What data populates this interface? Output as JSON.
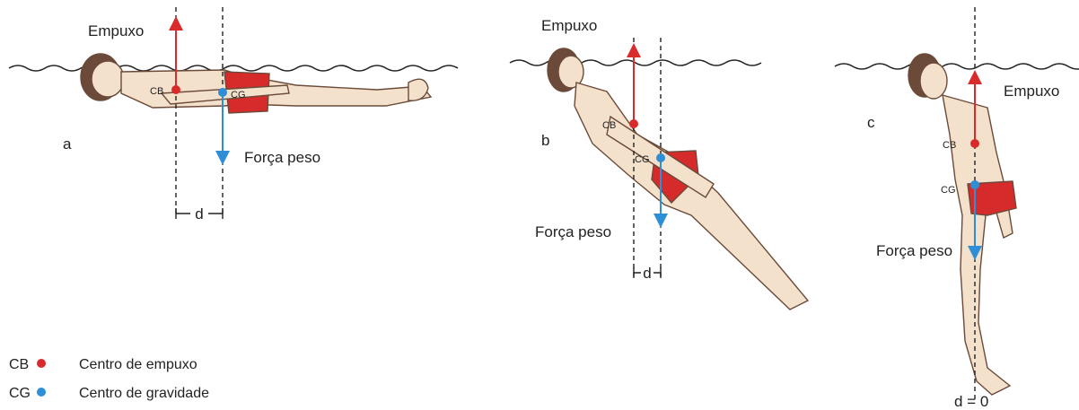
{
  "colors": {
    "buoyancy": "#d92b2b",
    "gravity": "#2e8fd6",
    "skin": "#f4e1cb",
    "skin_outline": "#6b4a3a",
    "hair": "#6b4a3a",
    "trunks": "#d52b2b",
    "water": "#222222",
    "guide": "#222222"
  },
  "panels": {
    "a": {
      "letter": "a",
      "empuxo": "Empuxo",
      "forca_peso": "Força peso",
      "cb": "CB",
      "cg": "CG",
      "d": "d"
    },
    "b": {
      "letter": "b",
      "empuxo": "Empuxo",
      "forca_peso": "Força peso",
      "cb": "CB",
      "cg": "CG",
      "d": "d"
    },
    "c": {
      "letter": "c",
      "empuxo": "Empuxo",
      "forca_peso": "Força peso",
      "cb": "CB",
      "cg": "CG",
      "d": "d = 0"
    }
  },
  "legend": {
    "cb_abbr": "CB",
    "cb_text": "Centro de empuxo",
    "cg_abbr": "CG",
    "cg_text": "Centro de gravidade"
  }
}
